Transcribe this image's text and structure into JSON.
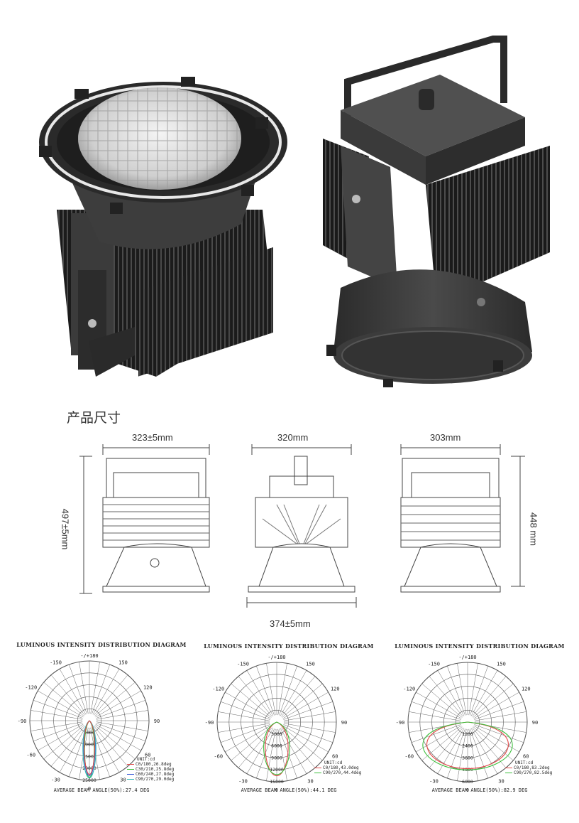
{
  "section_title": "产品尺寸",
  "dimensions": {
    "front_width": "323±5mm",
    "side_width": "320mm",
    "back_width": "303mm",
    "front_height": "497±5mm",
    "back_height": "448 mm",
    "base_width": "374±5mm"
  },
  "diagrams": [
    {
      "title": "LUMINOUS INTENSITY DISTRIBUTION DIAGRAM",
      "top_label": "-/+180",
      "angles": {
        "a150": "150",
        "an150": "-150",
        "a120": "120",
        "an120": "-120",
        "a90": "90",
        "an90": "-90",
        "a60": "60",
        "an60": "-60",
        "a30": "30",
        "an30": "-30",
        "a0": "0"
      },
      "rings": [
        "5000",
        "10000",
        "15000",
        "20000",
        "25000"
      ],
      "unit": "UNIT:cd",
      "legend": [
        "C0/180,26.8deg",
        "C30/210,25.8deg",
        "C60/240,27.8deg",
        "C90/270,29.0deg"
      ],
      "footer": "AVERAGE BEAM ANGLE(50%):27.4 DEG"
    },
    {
      "title": "LUMINOUS INTENSITY DISTRIBUTION DIAGRAM",
      "top_label": "-/+180",
      "angles": {
        "a150": "150",
        "an150": "-150",
        "a120": "120",
        "an120": "-120",
        "a90": "90",
        "an90": "-90",
        "a60": "60",
        "an60": "-60",
        "a30": "30",
        "an30": "-30",
        "a0": "0"
      },
      "rings": [
        "3000",
        "6000",
        "9000",
        "12000",
        "15000"
      ],
      "unit": "UNIT:cd",
      "legend": [
        "C0/180,43.0deg",
        "C90/270,44.4deg"
      ],
      "footer": "AVERAGE BEAM ANGLE(50%):44.1 DEG"
    },
    {
      "title": "LUMINOUS INTENSITY DISTRIBUTION DIAGRAM",
      "top_label": "-/+180",
      "angles": {
        "a150": "150",
        "an150": "-150",
        "a120": "120",
        "an120": "-120",
        "a90": "90",
        "an90": "-90",
        "a60": "60",
        "an60": "-60",
        "a30": "30",
        "an30": "-30",
        "a0": "0"
      },
      "rings": [
        "1200",
        "2400",
        "3600",
        "4800",
        "6000"
      ],
      "unit": "UNIT:cd",
      "legend": [
        "C0/180,83.2deg",
        "C90/270,82.5deg"
      ],
      "footer": "AVERAGE BEAM ANGLE(50%):82.9 DEG"
    }
  ],
  "colors": {
    "c0": "#e24a4a",
    "c30": "#3bbf3b",
    "c60": "#3355d6",
    "c90": "#2fb6b6"
  }
}
